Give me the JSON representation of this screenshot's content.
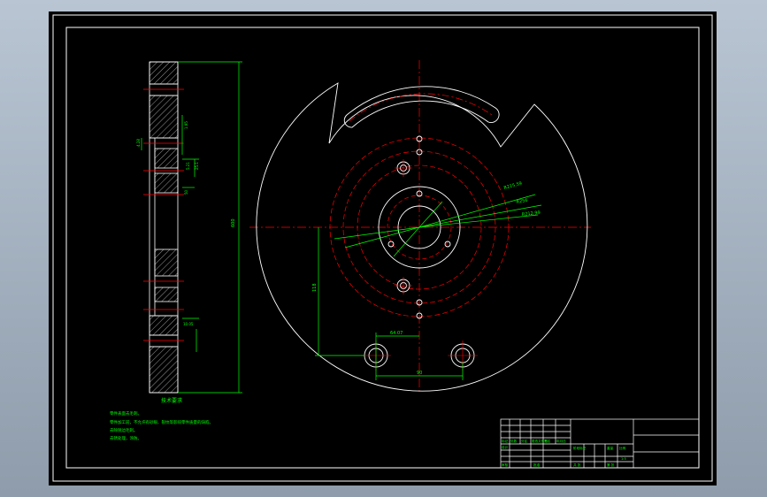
{
  "colors": {
    "background": "#000000",
    "frame": "#ffffff",
    "outline": "#ffffff",
    "centerline": "#ff0000",
    "dimension": "#00ff00",
    "section_hatch": "#ffffff",
    "viewport_outer": "#9aa8b7"
  },
  "dimensions": {
    "vertical_overall": "600",
    "vertical_left": "118",
    "horizontal_bottom": "90",
    "hole_spacing": "64.07",
    "radius_labels": [
      "R215.59",
      "R256",
      "R212.99"
    ],
    "section_small": [
      "1:95",
      "5.21",
      "25.1",
      "50",
      "10.05",
      "4.28"
    ]
  },
  "notes": {
    "heading": "技术要求",
    "items": [
      "零件表面去毛刺。",
      "零件加工前，不允许有砂眼、裂纹等影响零件质量的缺陷。",
      "去除锐边毛刺。",
      "去锈处理，涂防。"
    ]
  },
  "title_block": {
    "row_labels": [
      "标记",
      "处数",
      "分区",
      "更改文件号",
      "签名",
      "年月日"
    ],
    "design_label": "设计",
    "stage_label": "阶段标记",
    "weight_label": "重量",
    "scale_label": "比例",
    "review_label": "审核",
    "approve_label": "批准",
    "sheet_label": "共 张",
    "sheet_of_label": "第 张",
    "scale_value": "1:5"
  }
}
